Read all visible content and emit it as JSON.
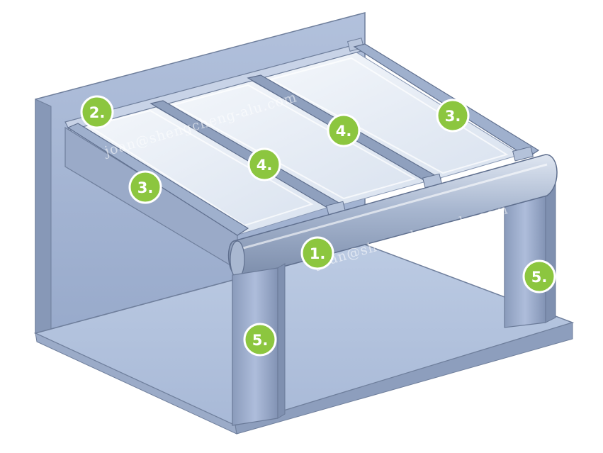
{
  "colors": {
    "badge_fill": "#8cc63f",
    "badge_ring": "#ffffff",
    "wall": "#a9b9d6",
    "floor": "#b3c3de",
    "frame": "#8e9fbb",
    "glass": "#e4ebf5"
  },
  "callouts": {
    "c1": {
      "label": "1."
    },
    "c2": {
      "label": "2."
    },
    "c3a": {
      "label": "3."
    },
    "c3b": {
      "label": "3."
    },
    "c4a": {
      "label": "4."
    },
    "c4b": {
      "label": "4."
    },
    "c5a": {
      "label": "5."
    },
    "c5b": {
      "label": "5."
    }
  },
  "watermark": {
    "line1": "joan@shengcheng-alu.com",
    "line2": "joan@shengcheng-alu.com"
  }
}
